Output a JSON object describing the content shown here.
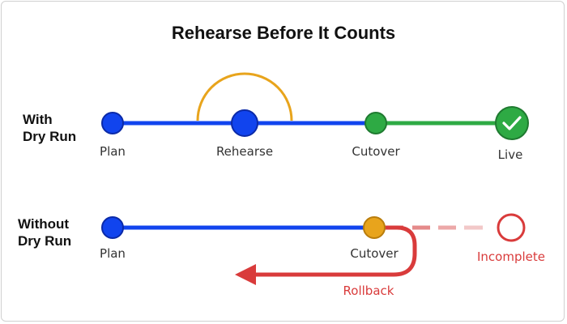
{
  "title": "Rehearse Before It Counts",
  "colors": {
    "blue": "#1144ee",
    "green": "#2eaa44",
    "gold": "#e8a41c",
    "red": "#d93b3b",
    "faded_red": "#eeb3b3"
  },
  "rows": {
    "with": {
      "label_line1": "With",
      "label_line2": "Dry Run",
      "nodes": [
        "Plan",
        "Rehearse",
        "Cutover",
        "Live"
      ],
      "final_icon": "check-icon"
    },
    "without": {
      "label_line1": "Without",
      "label_line2": "Dry Run",
      "nodes": [
        "Plan",
        "Cutover"
      ],
      "incomplete_label": "Incomplete",
      "rollback_label": "Rollback",
      "rollback_icon": "arrow-left-icon"
    }
  }
}
